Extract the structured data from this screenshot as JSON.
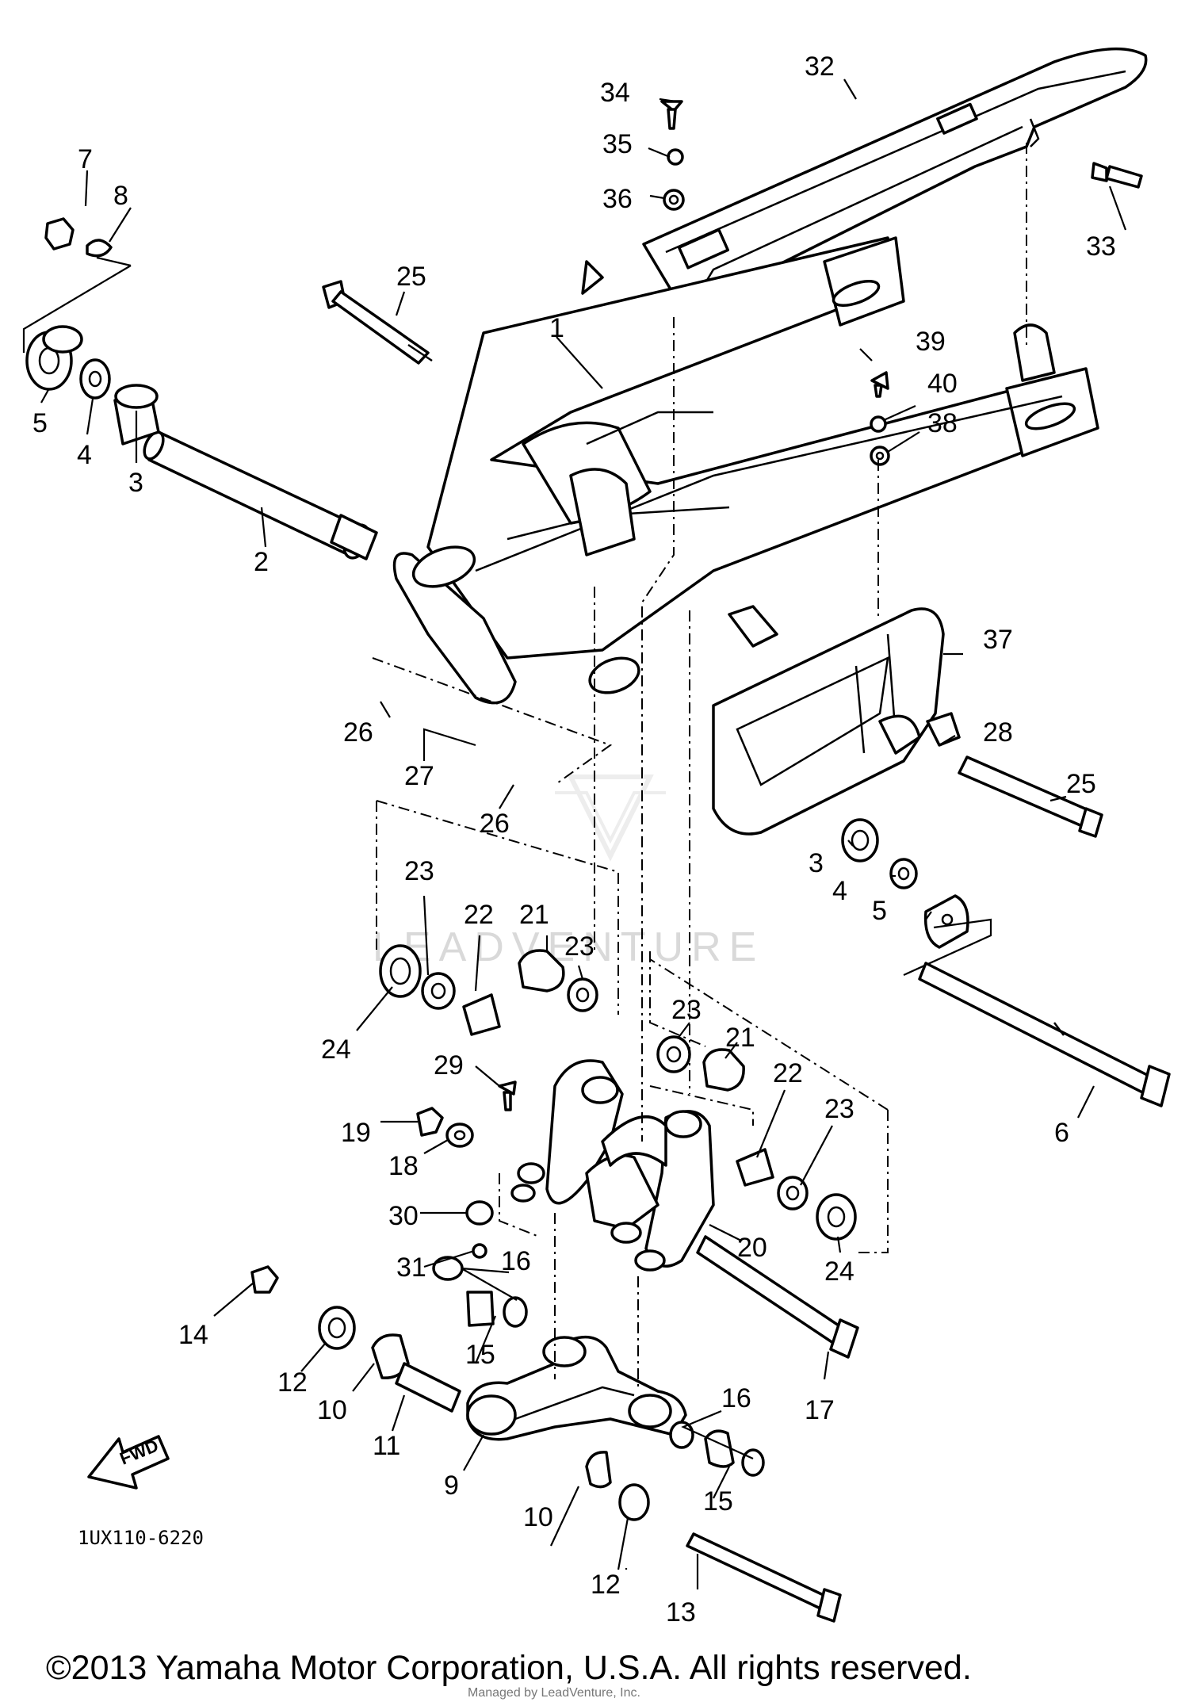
{
  "diagram_code": "1UX110-6220",
  "copyright": "©2013 Yamaha Motor Corporation, U.S.A. All rights reserved.",
  "fwd_label": "FWD",
  "watermark": "LEADVENTURE",
  "footer_credit": "Managed by LeadVenture, Inc.",
  "callouts": [
    "1",
    "2",
    "3",
    "4",
    "5",
    "6",
    "7",
    "8",
    "9",
    "10",
    "11",
    "12",
    "13",
    "14",
    "15",
    "16",
    "17",
    "18",
    "19",
    "20",
    "21",
    "22",
    "23",
    "24",
    "25",
    "26",
    "27",
    "28",
    "29",
    "30",
    "31",
    "32",
    "33",
    "34",
    "35",
    "36",
    "37",
    "38",
    "39",
    "40"
  ]
}
